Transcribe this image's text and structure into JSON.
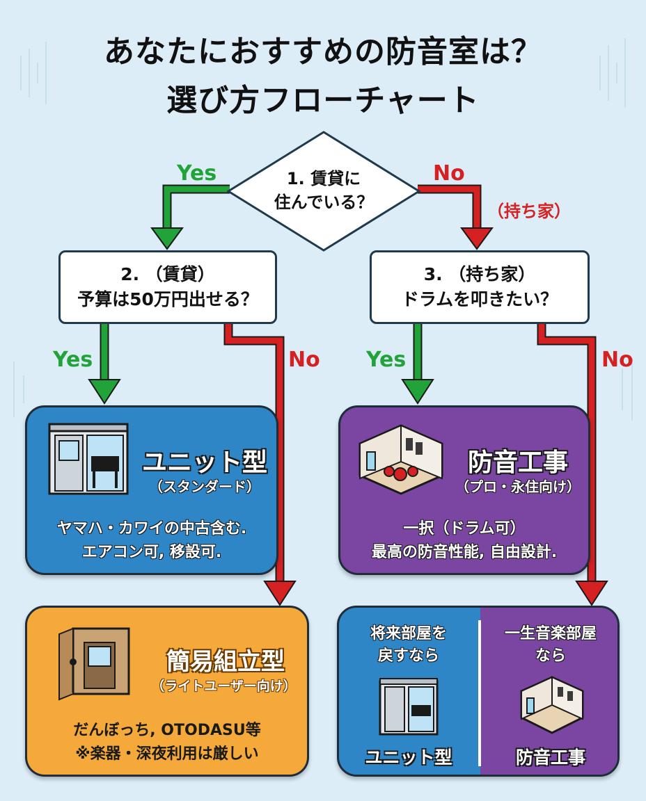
{
  "title": {
    "line1": "あなたにおすすめの防音室は？",
    "line2": "選び方フローチャート"
  },
  "q1": {
    "line1": "1. 賃貸に",
    "line2": "住んでいる？"
  },
  "q2": {
    "line1": "2. （賃貸）",
    "line2": "予算は50万円出せる？"
  },
  "q3": {
    "line1": "3. （持ち家）",
    "line2": "ドラムを叩きたい？"
  },
  "labels": {
    "yes": "Yes",
    "no": "No",
    "owned_house": "（持ち家）"
  },
  "results": {
    "unit": {
      "title": "ユニット型",
      "subtitle": "（スタンダード）",
      "desc1": "ヤマハ・カワイの中古含む.",
      "desc2": "エアコン可, 移設可."
    },
    "construction": {
      "title": "防音工事",
      "subtitle": "（プロ・永住向け）",
      "desc1": "一択（ドラム可）",
      "desc2": "最高の防音性能, 自由設計."
    },
    "simple": {
      "title": "簡易組立型",
      "subtitle": "（ライトユーザー向け）",
      "desc1": "だんぼっち, OTODASU等",
      "desc2": "※楽器・深夜利用は厳しい"
    },
    "split": {
      "left_head1": "将来部屋を",
      "left_head2": "戻すなら",
      "left_foot": "ユニット型",
      "right_head1": "一生音楽部屋",
      "right_head2": "なら",
      "right_foot": "防音工事"
    }
  },
  "colors": {
    "background": "#dcedf8",
    "yes_arrow": "#22a33a",
    "no_arrow": "#d52121",
    "unit_card": "#2f86c6",
    "construction_card": "#7a46a2",
    "simple_card": "#f5a93a"
  }
}
